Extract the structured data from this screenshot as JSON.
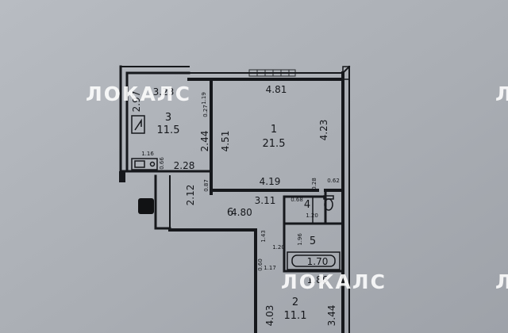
{
  "watermark": {
    "text": "ЛОКАЛС",
    "text_edge": "ЛС"
  },
  "rooms": [
    {
      "number": "1",
      "area": "21.5"
    },
    {
      "number": "2",
      "area": "11.1"
    },
    {
      "number": "3",
      "area": "11.5"
    },
    {
      "number": "4",
      "area": ""
    },
    {
      "number": "5",
      "area": ""
    },
    {
      "number": "6",
      "area": "4.80"
    }
  ],
  "dimensions": {
    "d_481": "4.81",
    "d_423": "4.23",
    "d_451": "4.51",
    "d_419": "4.19",
    "d_323": "3.23",
    "d_297": "2.97",
    "d_244": "2.44",
    "d_228": "2.28",
    "d_212": "2.12",
    "d_311": "3.11",
    "d_196": "1.96",
    "d_170": "1.70",
    "d_186": "1.86",
    "d_143": "1.43",
    "d_120a": "1.20",
    "d_120b": "1.20",
    "d_117": "1.17",
    "d_403": "4.03",
    "d_344": "3.44",
    "d_087": "0.87",
    "d_066": "0.66",
    "d_116": "1.16",
    "d_027": "0.27",
    "d_119": "1.19",
    "d_068": "0.68",
    "d_028": "0.28",
    "d_062": "0.62",
    "d_060": "0.60"
  }
}
